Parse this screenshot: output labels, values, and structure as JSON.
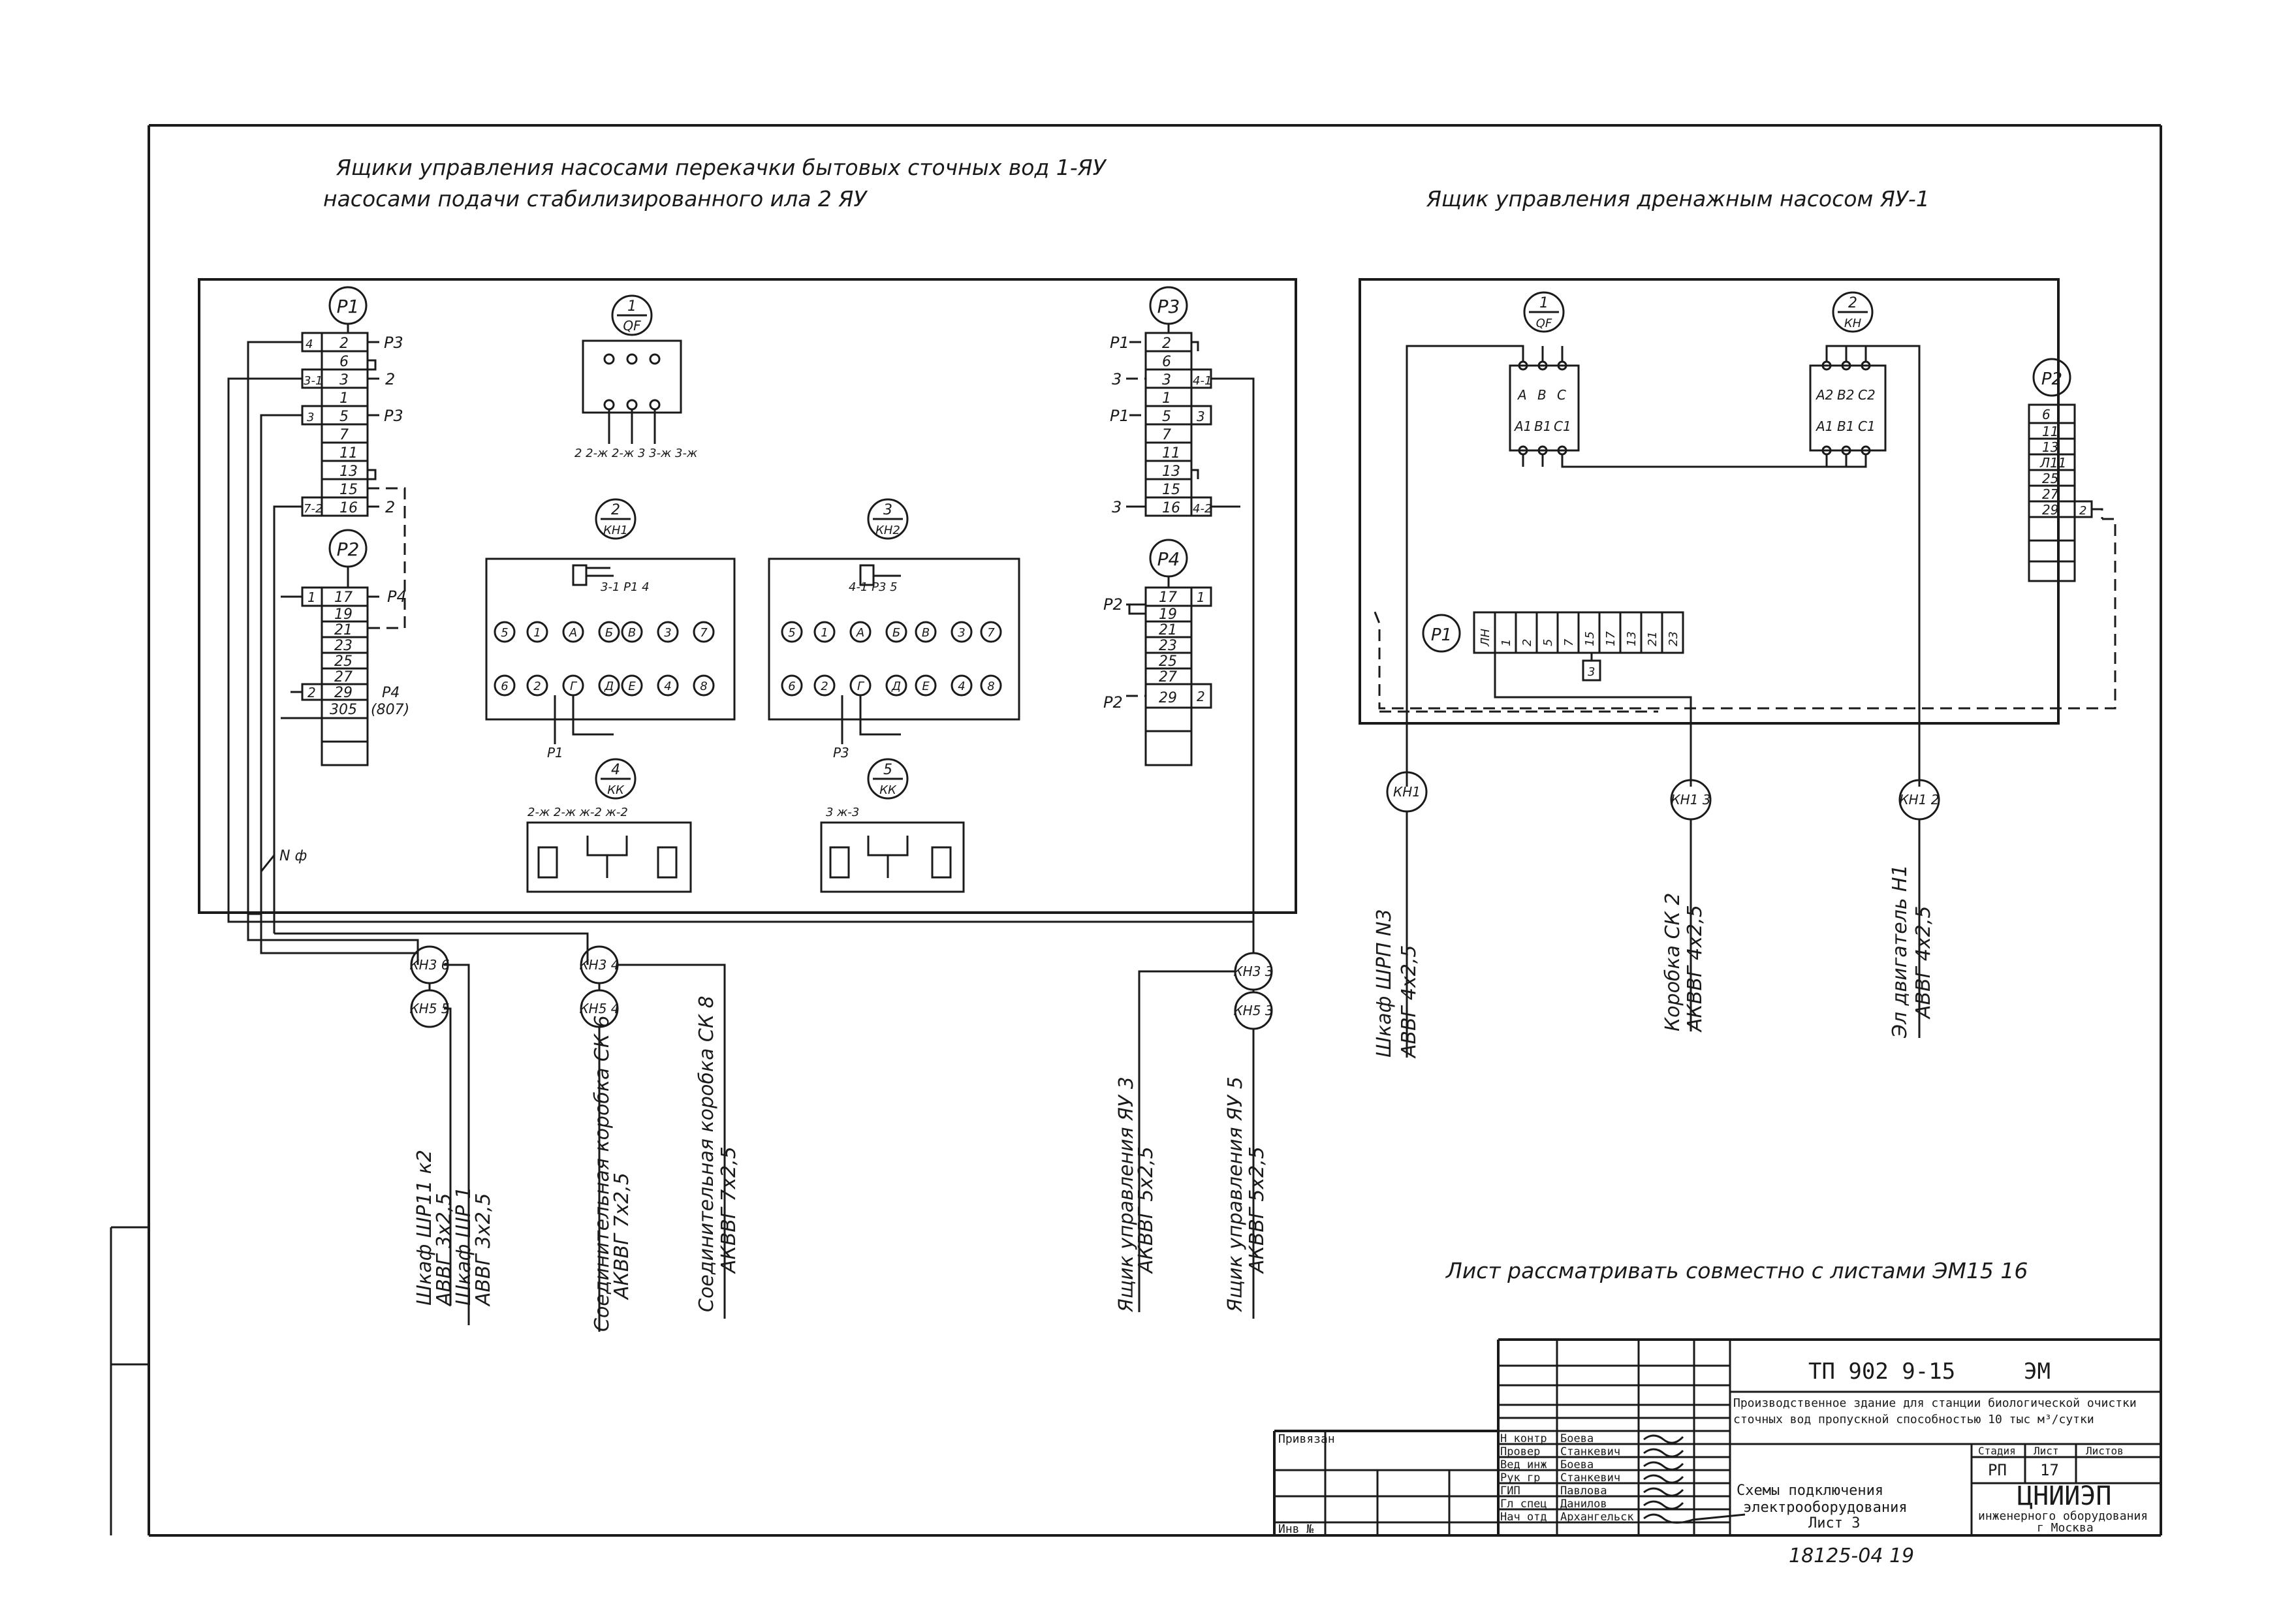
{
  "headings": {
    "left_line1": "Ящики управления насосами перекачки бытовых сточных вод 1-ЯУ",
    "left_line2": "насосами подачи стабилизированного ила 2 ЯУ",
    "right": "Ящик управления дренажным насосом ЯУ-1",
    "note": "Лист рассматривать совместно с листами ЭМ15 16"
  },
  "left_panel": {
    "blocks": {
      "p1": {
        "label": "Р1",
        "rows": [
          "2",
          "6",
          "3",
          "1",
          "5",
          "7",
          "11",
          "13",
          "15",
          "16"
        ]
      },
      "p2": {
        "label": "Р2",
        "rows": [
          "17",
          "19",
          "21",
          "23",
          "25",
          "27",
          "29",
          "305",
          ""
        ]
      },
      "p3": {
        "label": "Р3",
        "rows": [
          "2",
          "6",
          "3",
          "1",
          "5",
          "7",
          "11",
          "13",
          "15",
          "16"
        ]
      },
      "p4": {
        "label": "Р4",
        "rows": [
          "17",
          "19",
          "21",
          "23",
          "25",
          "27",
          "29",
          ""
        ]
      }
    },
    "side_labels": {
      "p1_r1": "Р3",
      "p1_r3": "2",
      "p1_r5": "Р3",
      "p1_r16": "2",
      "p2_r17": "Р4",
      "p2_r305a": "Р4",
      "p2_r305b": "(807)",
      "p1_left_a": "4",
      "p1_left_b": "3-1",
      "p1_left_c": "3",
      "p1_left_d": "7-2",
      "p2_left_a": "1",
      "p2_left_b": "2",
      "p3_left_a": "Р1",
      "p3_left_b": "3",
      "p3_left_c": "Р1",
      "p3_left_d": "3",
      "p3_right_a": "4-1",
      "p3_right_b": "3",
      "p3_right_c": "4-2",
      "p4_left_a": "Р2",
      "p4_left_b": "Р2",
      "p4_right_a": "1",
      "p4_right_b": "2",
      "n_phi": "N ф"
    },
    "breaker": {
      "num": "1",
      "code": "QF",
      "terms": "2 2-ж 2-ж 3 3-ж 3-ж"
    },
    "contactor1": {
      "num": "2",
      "code": "КН1",
      "terms": [
        "5",
        "1",
        "А",
        "Б",
        "В",
        "3",
        "7",
        "6",
        "2",
        "Г",
        "Д",
        "Е",
        "4",
        "8"
      ],
      "bottom": "Р1",
      "tags": "3-1 Р1 4"
    },
    "contactor2": {
      "num": "3",
      "code": "КН2",
      "terms": [
        "5",
        "1",
        "А",
        "Б",
        "В",
        "3",
        "7",
        "6",
        "2",
        "Г",
        "Д",
        "Е",
        "4",
        "8"
      ],
      "bottom": "Р3",
      "tags": "4-1 Р3 5"
    },
    "relay1": {
      "num": "4",
      "code": "КК",
      "terms": "2-ж 2-ж ж-2 ж-2"
    },
    "relay2": {
      "num": "5",
      "code": "КК",
      "terms": "3 ж-3"
    }
  },
  "right_panel": {
    "breaker": {
      "num": "1",
      "code": "QF",
      "top": [
        "А",
        "В",
        "С"
      ],
      "bottom": [
        "А1",
        "В1",
        "С1"
      ]
    },
    "contactor": {
      "num": "2",
      "code": "КН",
      "top": [
        "А2",
        "В2",
        "С2"
      ],
      "bottom": [
        "А1",
        "В1",
        "С1"
      ]
    },
    "p1": {
      "label": "Р1",
      "cells": [
        "ЛН",
        "1",
        "2",
        "5",
        "7",
        "15",
        "17",
        "13",
        "21",
        "23"
      ],
      "tag": "3"
    },
    "p2": {
      "label": "Р2",
      "rows": [
        "6",
        "11",
        "13",
        "Л11",
        "25",
        "27",
        "29",
        "",
        "",
        ""
      ],
      "tag": "2"
    }
  },
  "cable_markers": [
    {
      "id": "КН3 6"
    },
    {
      "id": "КН5 5"
    },
    {
      "id": "КН3 4"
    },
    {
      "id": "КН5 4"
    },
    {
      "id": "КН3 3"
    },
    {
      "id": "КН5 3"
    },
    {
      "id": "КН1"
    },
    {
      "id": "КН1 3"
    },
    {
      "id": "КН1 2"
    }
  ],
  "cables": [
    {
      "name": "Шкаф ШР11 к2",
      "spec": "АВВГ 3х2,5"
    },
    {
      "name": "Шкаф ШР 1",
      "spec": "АВВГ 3х2,5"
    },
    {
      "name": "Соединительная коробка СК 6",
      "spec": "АКВВГ 7х2,5"
    },
    {
      "name": "Соединительная коробка СК 8",
      "spec": "АКВВГ 7х2,5"
    },
    {
      "name": "Ящик управления ЯУ 3",
      "spec": "АКВВГ 5х2,5"
    },
    {
      "name": "Ящик управления ЯУ 5",
      "spec": "АКВВГ 5х2,5"
    },
    {
      "name": "Шкаф ШРП N3",
      "spec": "АВВГ 4х2,5"
    },
    {
      "name": "Коробка СК 2",
      "spec": "АКВВГ 4х2,5"
    },
    {
      "name": "Эл двигатель Н1",
      "spec": "АВВГ 4х2,5"
    }
  ],
  "title_block": {
    "doc_number": "ТП 902 9-15",
    "mark": "ЭМ",
    "project_line1": "Производственное здание для станции биологической очистки",
    "project_line2": "сточных вод пропускной способностью 10 тыс м³/сутки",
    "stage_hdr": "Стадия",
    "sheet_hdr": "Лист",
    "sheets_hdr": "Листов",
    "stage": "РП",
    "sheet": "17",
    "sheet_title_1": "Схемы подключения",
    "sheet_title_2": "электрооборудования",
    "sheet_title_3": "Лист 3",
    "org_1": "ЦНИИЭП",
    "org_2": "инженерного оборудования",
    "org_3": "г Москва",
    "privyazan": "Привязан",
    "inv": "Инв №",
    "roles": [
      "Н контр",
      "Провер",
      "Вед инж",
      "Рук гр",
      "ГИП",
      "Гл спец",
      "Нач отд"
    ],
    "names": [
      "Боева",
      "Станкевич",
      "Боева",
      "Станкевич",
      "Павлова",
      "Данилов",
      "Архангельск"
    ],
    "footer": "18125-04 19"
  }
}
